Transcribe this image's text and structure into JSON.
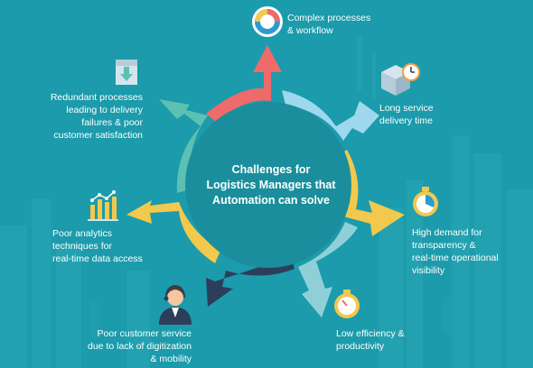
{
  "center_title": "Challenges for\nLogistics Managers that\nAutomation can solve",
  "colors": {
    "background": "#1b9bab",
    "hub": "#1a8e9c",
    "complex": "#ef6a6a",
    "long_service": "#9ed8ee",
    "high_demand": "#f2c94c",
    "low_efficiency": "#8fd0d8",
    "poor_service": "#2d3e5a",
    "poor_analytics": "#f2c94c",
    "redundant": "#5cc1b2"
  },
  "challenges": [
    {
      "key": "complex",
      "text": "Complex processes\n& workflow",
      "icon": "cycle-chart-icon"
    },
    {
      "key": "long_service",
      "text": "Long service\ndelivery time",
      "icon": "box-clock-icon"
    },
    {
      "key": "high_demand",
      "text": "High demand for\ntransparency &\nreal-time operational\nvisibility",
      "icon": "stopwatch-icon"
    },
    {
      "key": "low_efficiency",
      "text": "Low efficiency &\nproductivity",
      "icon": "stopwatch-icon"
    },
    {
      "key": "poor_service",
      "text": "Poor customer service\ndue to lack of digitization\n& mobility",
      "icon": "support-agent-icon"
    },
    {
      "key": "poor_analytics",
      "text": "Poor analytics\ntechniques for\nreal-time data access",
      "icon": "bar-chart-icon"
    },
    {
      "key": "redundant",
      "text": "Redundant processes\nleading to delivery\nfailures & poor\ncustomer satisfaction",
      "icon": "download-box-icon"
    }
  ]
}
